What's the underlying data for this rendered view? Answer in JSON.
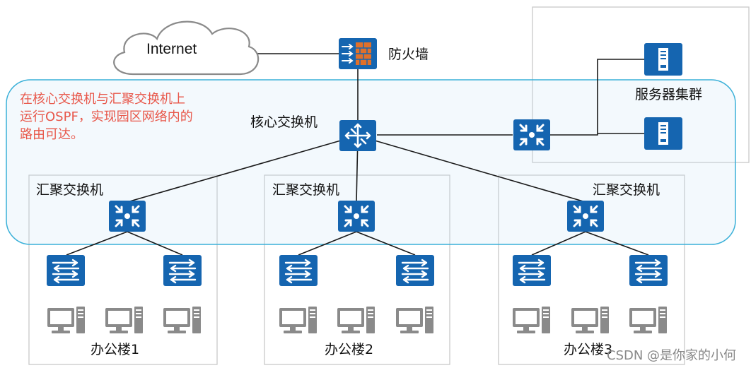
{
  "cloud": {
    "label": "Internet"
  },
  "firewall": {
    "label": "防火墙"
  },
  "core": {
    "label": "核心交换机"
  },
  "server_cluster": {
    "label": "服务器集群"
  },
  "annotation": {
    "lines": [
      "在核心交换机与汇聚交换机上",
      "运行OSPF，实现园区网络内的",
      "路由可达。"
    ]
  },
  "buildings": [
    {
      "agg_label": "汇聚交换机",
      "name": "办公楼1"
    },
    {
      "agg_label": "汇聚交换机",
      "name": "办公楼2"
    },
    {
      "agg_label": "汇聚交换机",
      "name": "办公楼3"
    }
  ],
  "watermark": "CSDN @是你家的小何",
  "colors": {
    "device_blue": "#1565b0",
    "ospf_region_border": "#3ab0d8",
    "note_red": "#e8574a",
    "firewall_bricks": "#e0702a",
    "pc_gray": "#8a8a8a"
  },
  "icons": [
    "cloud-icon",
    "firewall-icon",
    "router-icon",
    "l3-switch-icon",
    "l2-switch-icon",
    "server-icon",
    "pc-icon"
  ]
}
